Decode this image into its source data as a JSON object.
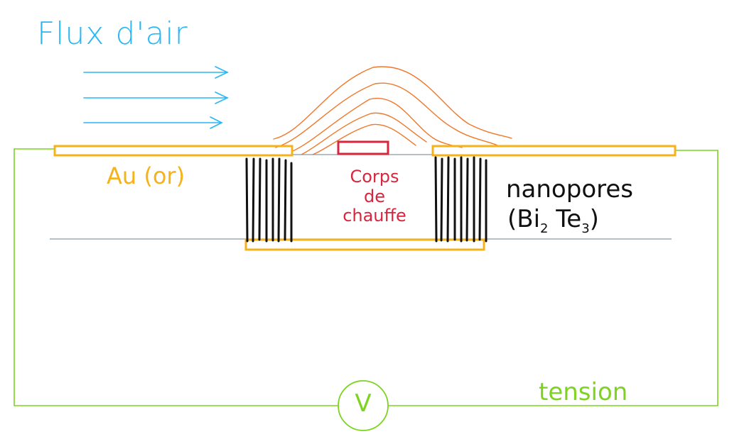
{
  "labels": {
    "air_flow": "Flux d'air",
    "gold": "Au (or)",
    "heater_line1": "Corps",
    "heater_line2": "de",
    "heater_line3": "chauffe",
    "nanopores_line1": "nanopores",
    "nanopores_open": "(Bi",
    "nanopores_bi_sub": "2",
    "nanopores_te": " Te",
    "nanopores_te_sub": "3",
    "nanopores_close": ")",
    "voltage": "tension",
    "voltmeter_symbol": "V"
  },
  "colors": {
    "air": "#29b6f6",
    "gold": "#f5b21b",
    "heater": "#d7263d",
    "heat_waves": "#f0782a",
    "circuit": "#7ed321",
    "nanopores": "#111111",
    "substrate": "#8a96a3"
  }
}
